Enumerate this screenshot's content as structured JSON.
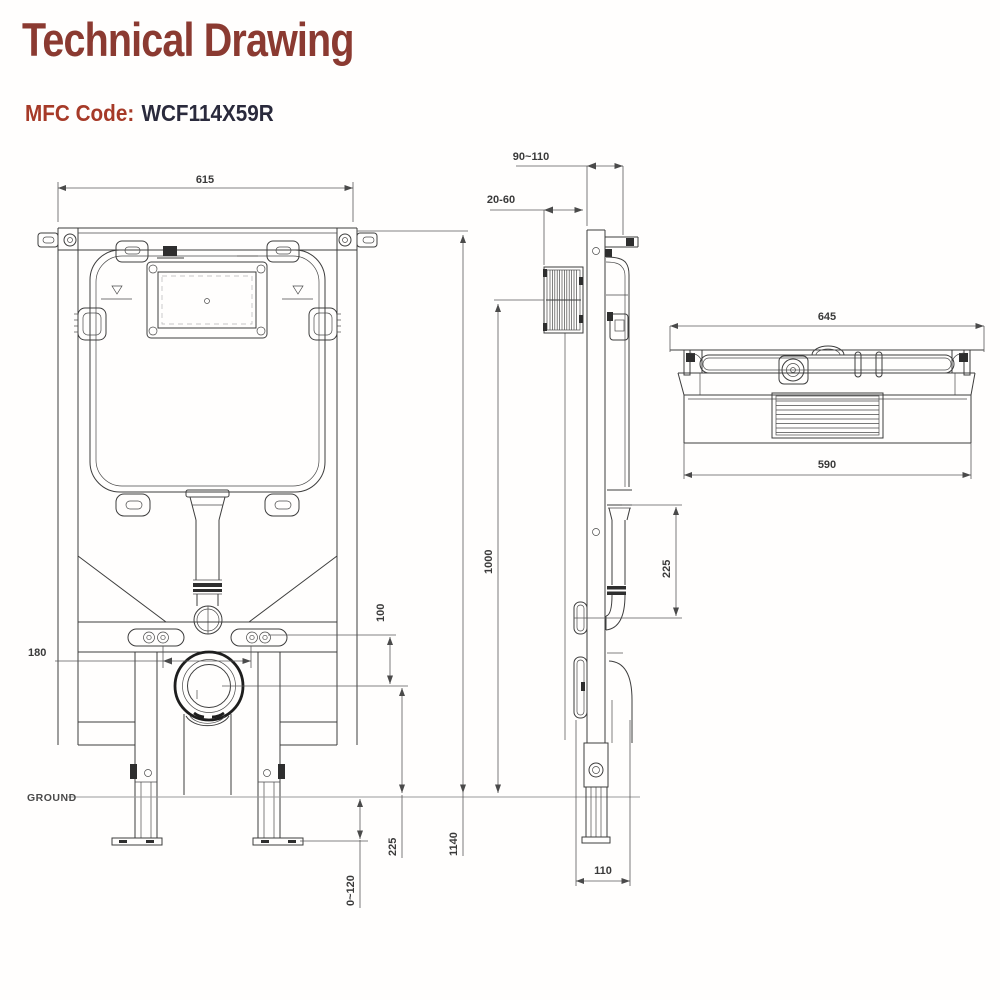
{
  "header": {
    "title": "Technical Drawing",
    "mfc_label": "MFC Code:",
    "mfc_value": "WCF114X59R"
  },
  "colors": {
    "title": "#8b3a31",
    "mfc_label": "#a63a28",
    "mfc_value": "#2a2a3c",
    "line": "#3d3d3d",
    "dim_text": "#3a3a3a"
  },
  "front": {
    "dim_width": "615",
    "dim_hole_spacing": "180",
    "dim_slot_to_drain": "100",
    "dim_drain_to_ground": "225",
    "dim_total_height": "1140",
    "dim_leg_adjust": "0~120",
    "ground_label": "GROUND"
  },
  "side": {
    "dim_wall_offset": "90~110",
    "dim_panel_depth": "20-60",
    "dim_flush_height": "1000",
    "dim_outlet_offset": "225",
    "dim_foot_depth": "110"
  },
  "top": {
    "dim_overall_width": "645",
    "dim_body_width": "590"
  }
}
